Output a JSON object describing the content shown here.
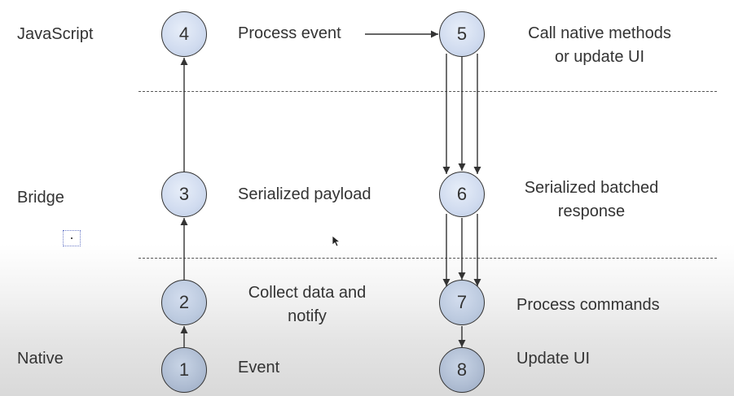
{
  "layers": {
    "javascript": "JavaScript",
    "bridge": "Bridge",
    "native": "Native"
  },
  "nodes": {
    "n1": "1",
    "n2": "2",
    "n3": "3",
    "n4": "4",
    "n5": "5",
    "n6": "6",
    "n7": "7",
    "n8": "8"
  },
  "labels": {
    "process_event": "Process event",
    "call_native_line1": "Call native methods",
    "call_native_line2": "or update UI",
    "serialized_payload": "Serialized payload",
    "serialized_batched_line1": "Serialized batched",
    "serialized_batched_line2": "response",
    "collect_line1": "Collect data and",
    "collect_line2": "notify",
    "process_commands": "Process commands",
    "event": "Event",
    "update_ui": "Update UI"
  },
  "colors": {
    "node_light": "#d0dbef",
    "node_dark": "#aebcd2",
    "line": "#333333"
  }
}
